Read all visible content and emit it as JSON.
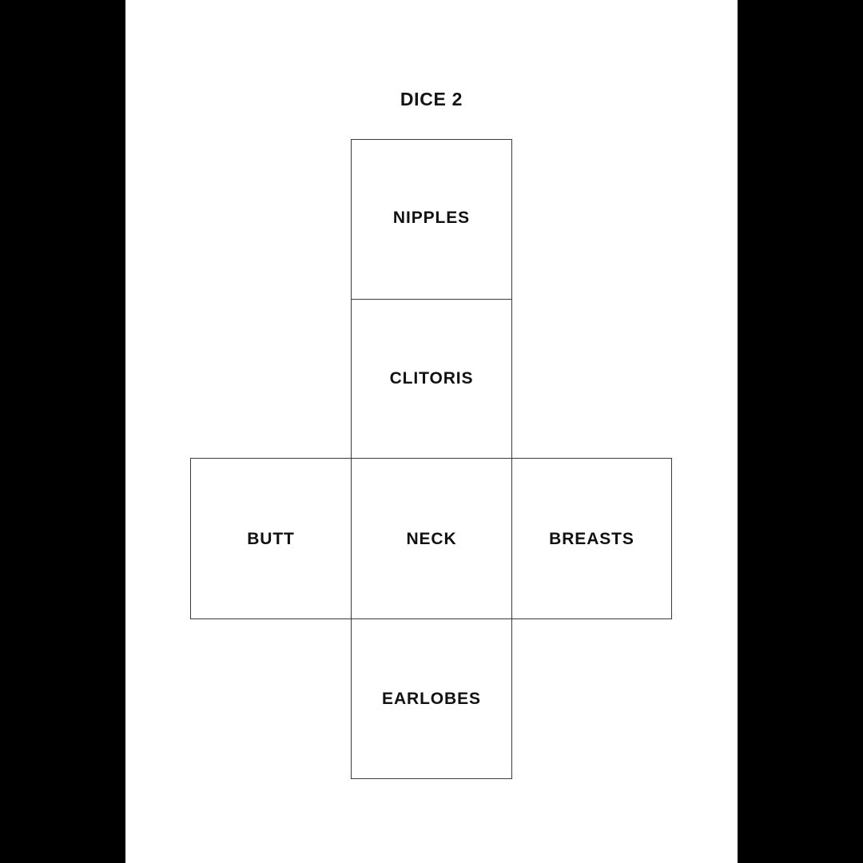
{
  "page": {
    "title": "DICE 2",
    "background_color": "#000000",
    "canvas_color": "#ffffff",
    "line_color": "#3a3a3a",
    "text_color": "#111111"
  },
  "dice_net": {
    "shape": "cube-net-cross",
    "rows": 4,
    "columns": 3,
    "faces": [
      {
        "id": "face-top",
        "label": "NIPPLES",
        "row": 1,
        "column": "middle"
      },
      {
        "id": "face-upper",
        "label": "CLITORIS",
        "row": 2,
        "column": "middle"
      },
      {
        "id": "face-left",
        "label": "BUTT",
        "row": 3,
        "column": "left"
      },
      {
        "id": "face-center",
        "label": "NECK",
        "row": 3,
        "column": "middle"
      },
      {
        "id": "face-right",
        "label": "BREASTS",
        "row": 3,
        "column": "right"
      },
      {
        "id": "face-bottom",
        "label": "EARLOBES",
        "row": 4,
        "column": "middle"
      }
    ]
  }
}
